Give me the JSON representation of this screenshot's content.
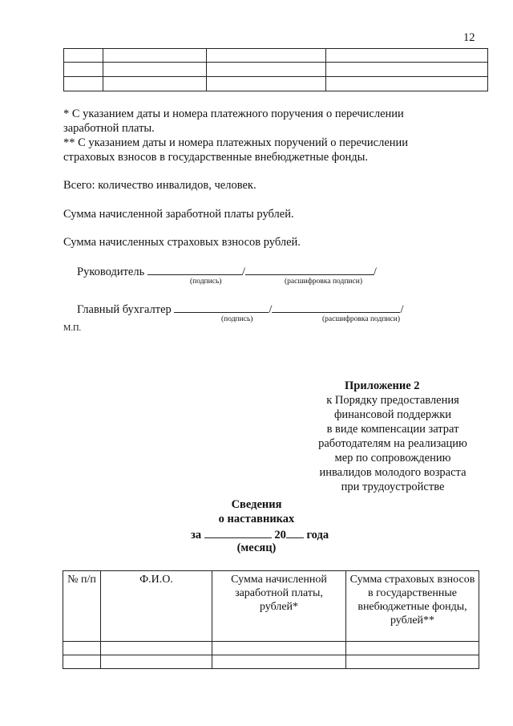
{
  "page_number": "12",
  "footnotes": [
    "* С указанием даты и номера платежного поручения о перечислении",
    "заработной платы.",
    "** С указанием даты и номера платежных поручений о перечислении",
    "страховых взносов в государственные внебюджетные фонды."
  ],
  "totals": {
    "count": "Всего: количество инвалидов, человек.",
    "salary": "Сумма начисленной заработной платы рублей.",
    "contributions": "Сумма начисленных страховых взносов рублей."
  },
  "signatures": {
    "director": {
      "title": "Руководитель",
      "sign_hint": "(подпись)",
      "decode_hint": "(расшифровка подписи)"
    },
    "accountant": {
      "title": "Главный бухгалтер",
      "sign_hint": "(подпись)",
      "decode_hint": "(расшифровка подписи)"
    },
    "stamp": "М.П."
  },
  "appendix": {
    "title": "Приложение 2",
    "lines": [
      "к Порядку предоставления",
      "финансовой поддержки",
      "в виде компенсации затрат",
      "работодателям на реализацию",
      "мер по сопровождению",
      "инвалидов молодого возраста",
      "при трудоустройстве"
    ]
  },
  "report": {
    "title": "Сведения",
    "subtitle": "о наставниках",
    "period_prefix": "за",
    "period_year": "20",
    "period_suffix": "года",
    "period_note": "(месяц)"
  },
  "table": {
    "headers": [
      "№ п/п",
      "Ф.И.О.",
      "Сумма начисленной заработной платы, рублей*",
      "Сумма страховых взносов в государственные внебюджетные фонды, рублей**"
    ]
  }
}
